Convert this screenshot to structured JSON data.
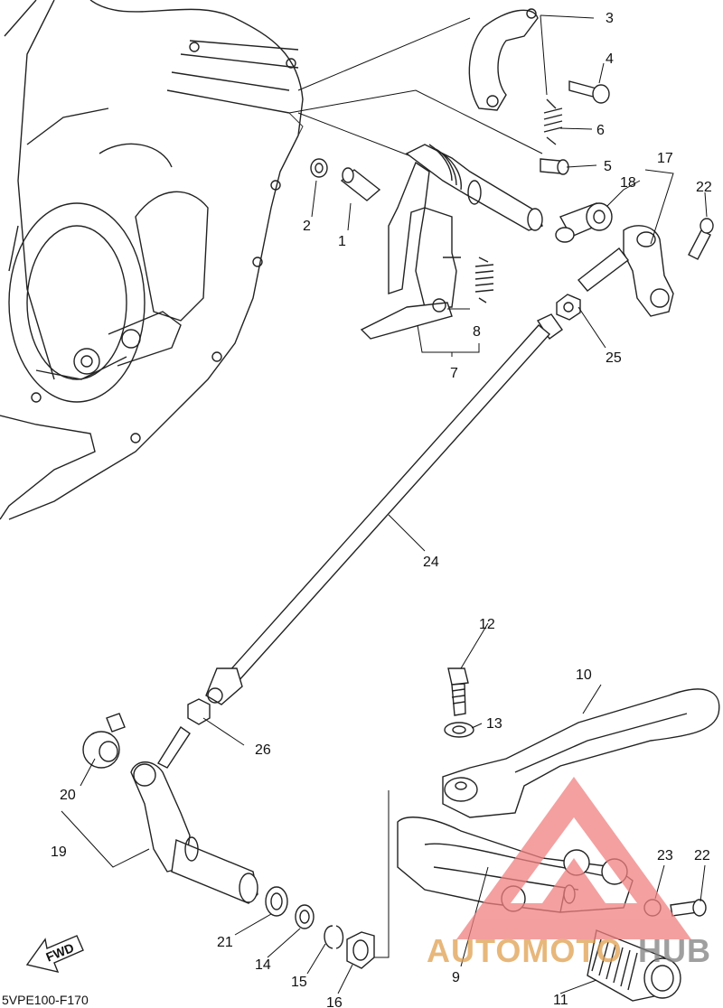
{
  "diagram_code": "5VPE100-F170",
  "fwd_label": "FWD",
  "callouts": [
    "1",
    "2",
    "3",
    "4",
    "5",
    "6",
    "7",
    "8",
    "9",
    "10",
    "11",
    "12",
    "13",
    "14",
    "15",
    "16",
    "17",
    "18",
    "19",
    "20",
    "21",
    "22",
    "22",
    "23",
    "24",
    "25",
    "26"
  ],
  "watermark": {
    "part1": "AUTOMOTO",
    "part2": "HUB",
    "color_primary": "#f08080",
    "color_secondary": "#e0a050"
  }
}
